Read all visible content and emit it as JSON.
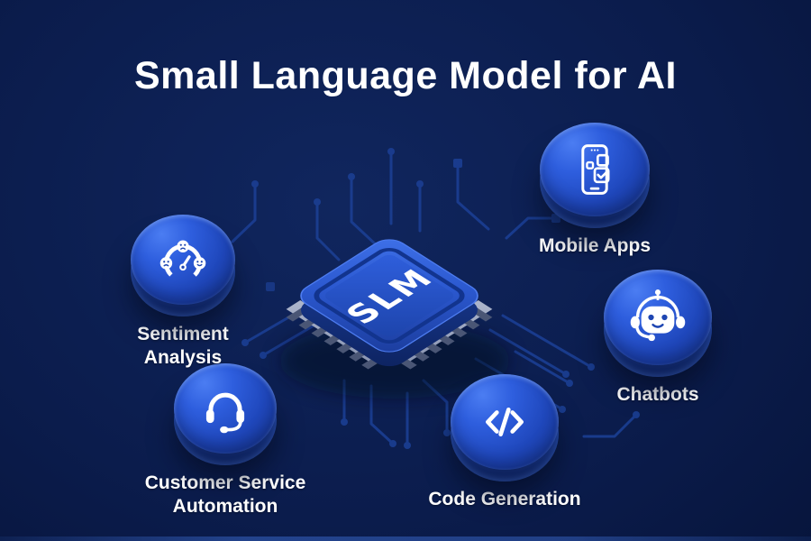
{
  "title": "Small Language Model for AI",
  "chip": {
    "label": "SLM"
  },
  "nodes": [
    {
      "id": "mobile-apps",
      "label": "Mobile Apps",
      "icon": "smartphone-check-icon"
    },
    {
      "id": "chatbots",
      "label": "Chatbots",
      "icon": "chatbot-robot-icon"
    },
    {
      "id": "code-generation",
      "label": "Code Generation",
      "icon": "code-brackets-icon"
    },
    {
      "id": "customer-service-automation",
      "label": "Customer Service Automation",
      "icon": "headset-icon"
    },
    {
      "id": "sentiment-analysis",
      "label": "Sentiment Analysis",
      "icon": "sentiment-gauge-icon"
    }
  ],
  "colors": {
    "background_dark": "#040e2c",
    "background_light": "#10265e",
    "disc_blue": "#2e5ede",
    "chip_blue": "#2b58cf",
    "trace_blue": "#1b3e92",
    "pin_gray": "#c3cadb",
    "icon_white": "#ffffff",
    "text": "#ffffff"
  }
}
